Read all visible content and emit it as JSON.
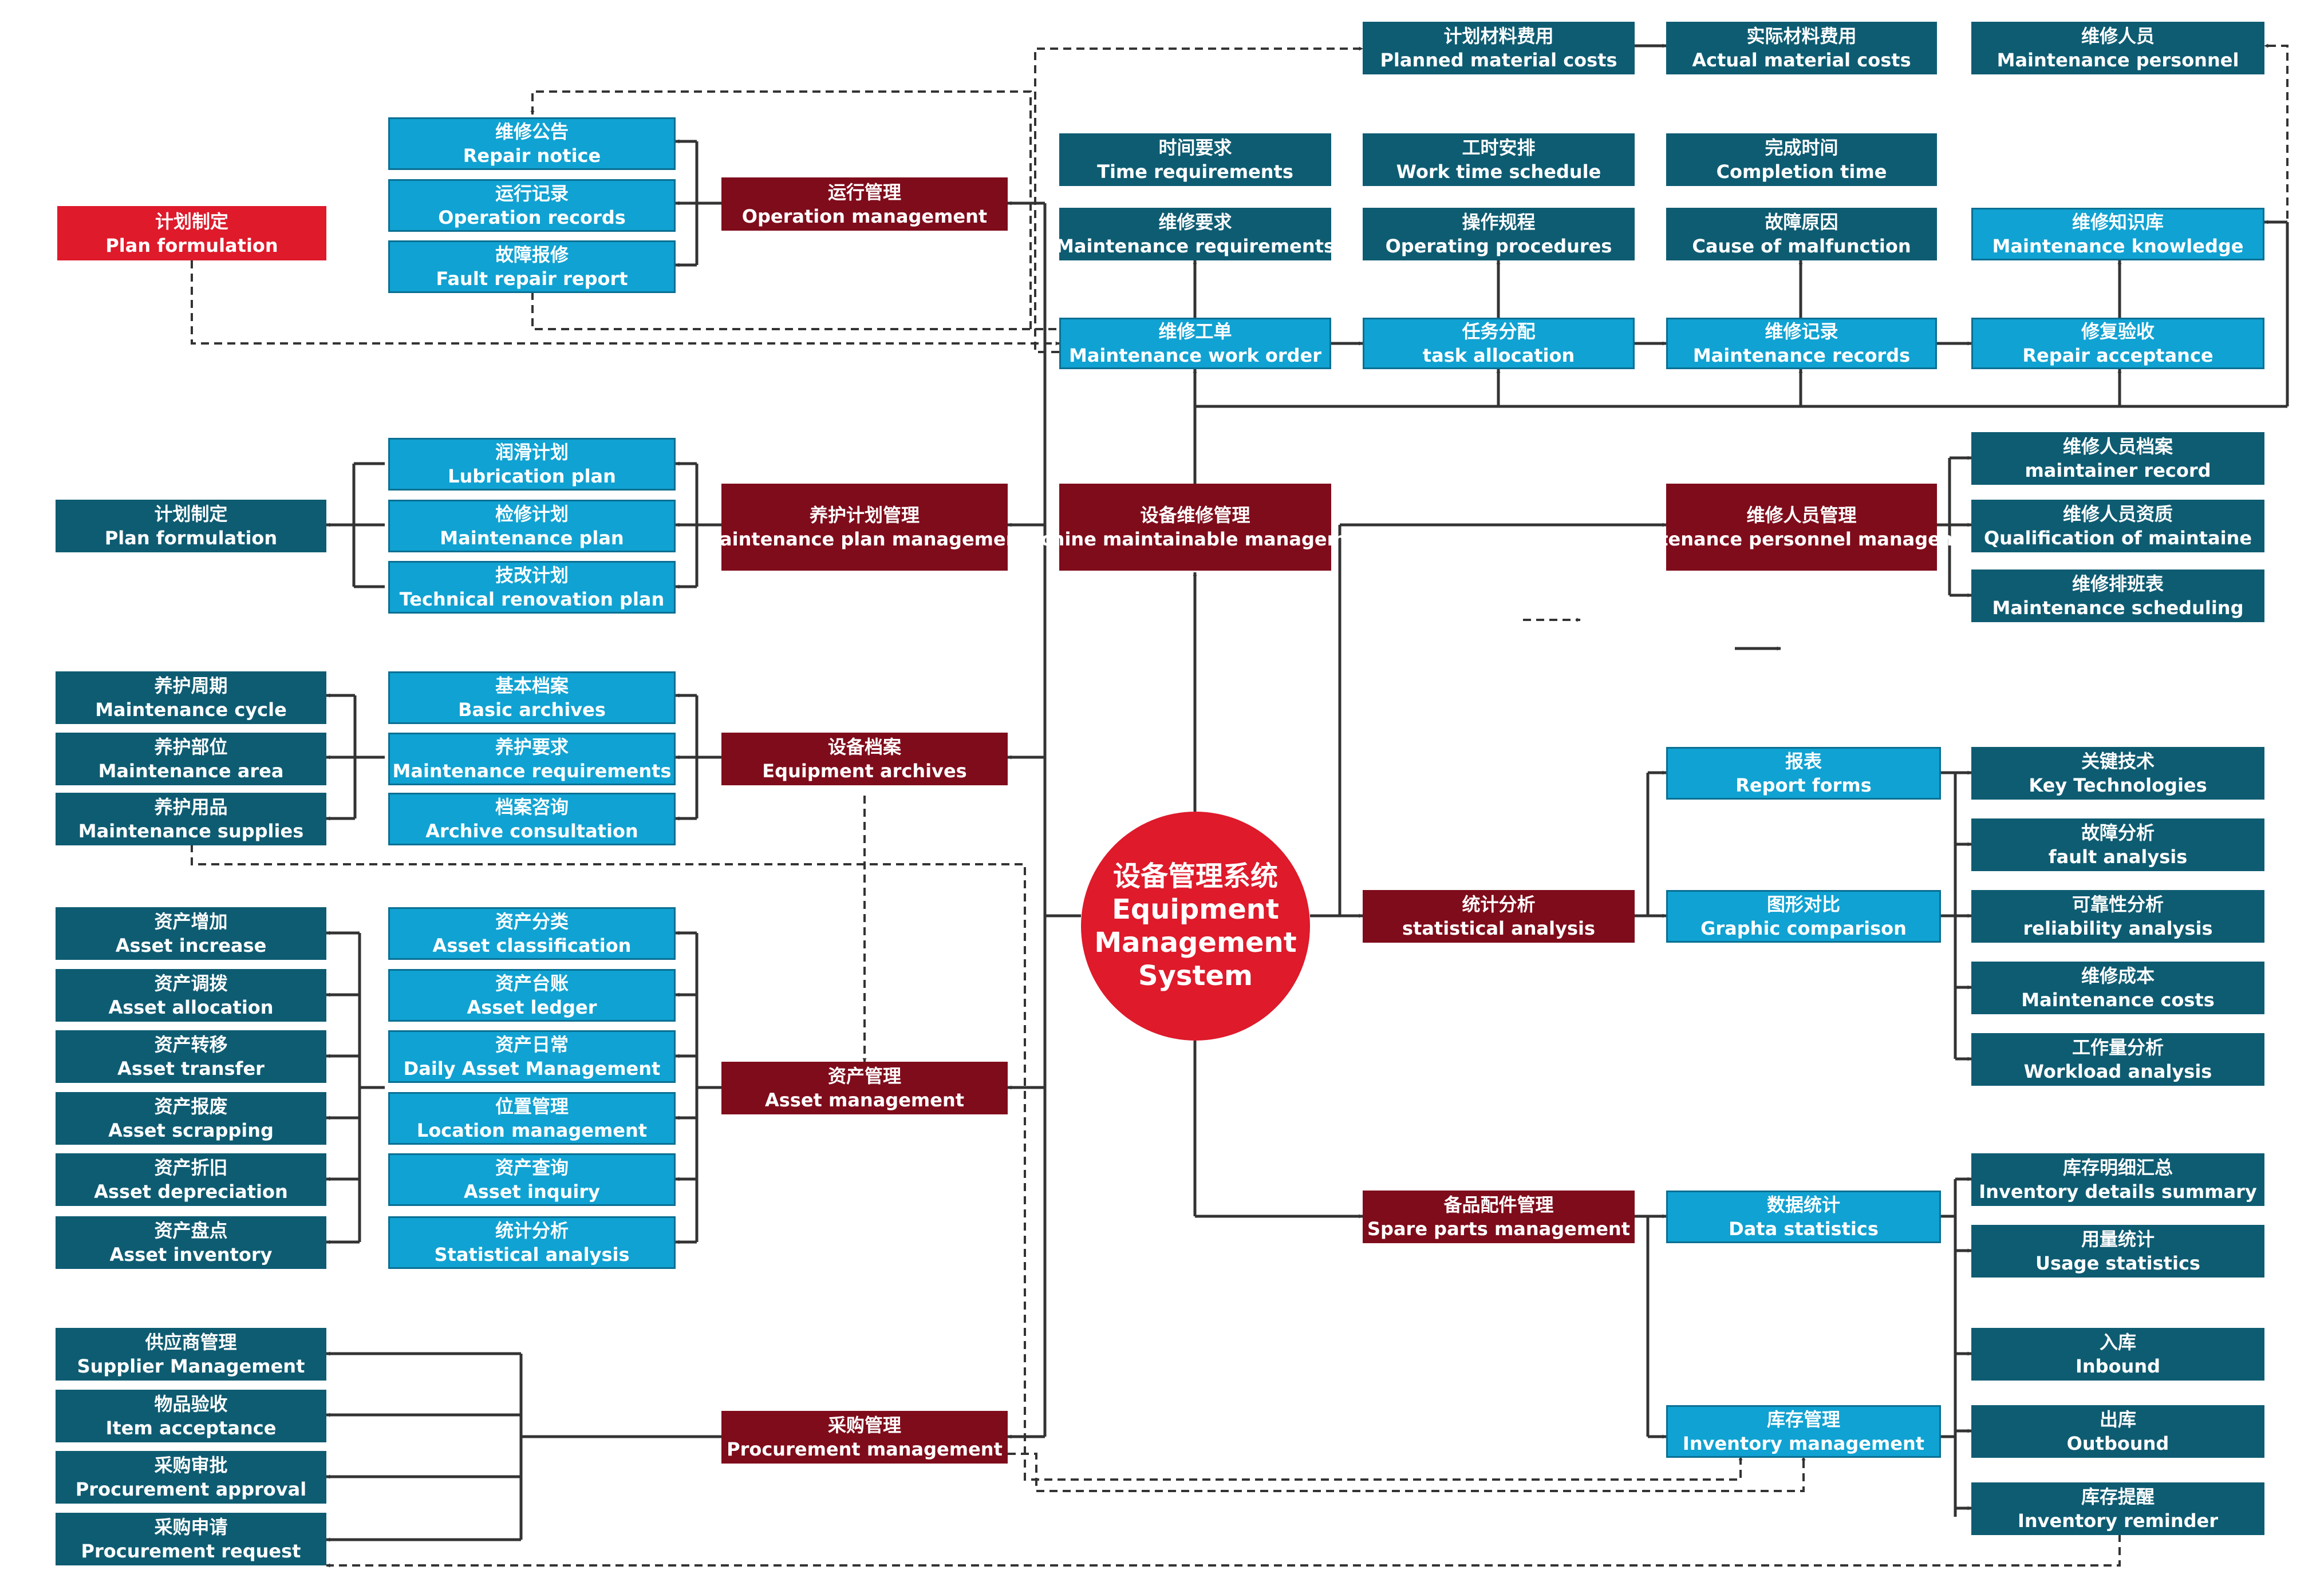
{
  "center": {
    "zh": "设备管理系统",
    "en_lines": [
      "Equipment",
      "Management",
      "System"
    ]
  },
  "modules": {
    "operation": {
      "zh": "运行管理",
      "en": "Operation management"
    },
    "maint_plan": {
      "zh": "养护计划管理",
      "en": "Maintenance plan management"
    },
    "archives": {
      "zh": "设备档案",
      "en": "Equipment archives"
    },
    "asset": {
      "zh": "资产管理",
      "en": "Asset management"
    },
    "procurement": {
      "zh": "采购管理",
      "en": "Procurement management"
    },
    "machine_maint": {
      "zh": "设备维修管理",
      "en": "Machine maintainable management"
    },
    "personnel_mgmt": {
      "zh": "维修人员管理",
      "en": "Maintenance personnel management"
    },
    "statistical": {
      "zh": "统计分析",
      "en": "statistical analysis"
    },
    "spare_parts": {
      "zh": "备品配件管理",
      "en": "Spare parts management"
    }
  },
  "plan_formulation_red": {
    "zh": "计划制定",
    "en": "Plan formulation"
  },
  "operation_items": [
    {
      "zh": "维修公告",
      "en": "Repair notice"
    },
    {
      "zh": "运行记录",
      "en": "Operation records"
    },
    {
      "zh": "故障报修",
      "en": "Fault repair report"
    }
  ],
  "plan_items": [
    {
      "zh": "润滑计划",
      "en": "Lubrication plan"
    },
    {
      "zh": "检修计划",
      "en": "Maintenance plan"
    },
    {
      "zh": "技改计划",
      "en": "Technical renovation plan"
    }
  ],
  "plan_formulation": {
    "zh": "计划制定",
    "en": "Plan formulation"
  },
  "archive_items": [
    {
      "zh": "基本档案",
      "en": "Basic archives"
    },
    {
      "zh": "养护要求",
      "en": "Maintenance requirements"
    },
    {
      "zh": "档案咨询",
      "en": "Archive consultation"
    }
  ],
  "archive_outer": [
    {
      "zh": "养护周期",
      "en": "Maintenance cycle"
    },
    {
      "zh": "养护部位",
      "en": "Maintenance area"
    },
    {
      "zh": "养护用品",
      "en": "Maintenance supplies"
    }
  ],
  "asset_inner": [
    {
      "zh": "资产分类",
      "en": "Asset classification"
    },
    {
      "zh": "资产台账",
      "en": "Asset ledger"
    },
    {
      "zh": "资产日常",
      "en": "Daily Asset Management"
    },
    {
      "zh": "位置管理",
      "en": "Location management"
    },
    {
      "zh": "资产查询",
      "en": "Asset inquiry"
    },
    {
      "zh": "统计分析",
      "en": "Statistical analysis"
    }
  ],
  "asset_outer": [
    {
      "zh": "资产增加",
      "en": "Asset increase"
    },
    {
      "zh": "资产调拨",
      "en": "Asset allocation"
    },
    {
      "zh": "资产转移",
      "en": "Asset transfer"
    },
    {
      "zh": "资产报废",
      "en": "Asset scrapping"
    },
    {
      "zh": "资产折旧",
      "en": "Asset depreciation"
    },
    {
      "zh": "资产盘点",
      "en": "Asset inventory"
    }
  ],
  "procurement_items": [
    {
      "zh": "供应商管理",
      "en": "Supplier Management"
    },
    {
      "zh": "物品验收",
      "en": "Item acceptance"
    },
    {
      "zh": "采购审批",
      "en": "Procurement approval"
    },
    {
      "zh": "采购申请",
      "en": "Procurement request"
    }
  ],
  "workflow": [
    {
      "zh": "维修工单",
      "en": "Maintenance work order"
    },
    {
      "zh": "任务分配",
      "en": "task allocation"
    },
    {
      "zh": "维修记录",
      "en": "Maintenance records"
    },
    {
      "zh": "修复验收",
      "en": "Repair acceptance"
    }
  ],
  "workflow_top": [
    {
      "zh": "维修要求",
      "en": "Maintenance requirements"
    },
    {
      "zh": "操作规程",
      "en": "Operating procedures"
    },
    {
      "zh": "故障原因",
      "en": "Cause of malfunction"
    },
    {
      "zh": "维修知识库",
      "en": "Maintenance knowledge"
    }
  ],
  "workflow_row2": [
    {
      "zh": "时间要求",
      "en": "Time requirements"
    },
    {
      "zh": "工时安排",
      "en": "Work time schedule"
    },
    {
      "zh": "完成时间",
      "en": "Completion time"
    }
  ],
  "top_row": [
    {
      "zh": "计划材料费用",
      "en": "Planned material costs"
    },
    {
      "zh": "实际材料费用",
      "en": "Actual material costs"
    },
    {
      "zh": "维修人员",
      "en": "Maintenance personnel"
    }
  ],
  "personnel_items": [
    {
      "zh": "维修人员档案",
      "en": "maintainer record"
    },
    {
      "zh": "维修人员资质",
      "en": "Qualification of maintaine"
    },
    {
      "zh": "维修排班表",
      "en": "Maintenance scheduling"
    }
  ],
  "stat_mid": [
    {
      "zh": "报表",
      "en": "Report forms"
    },
    {
      "zh": "图形对比",
      "en": "Graphic comparison"
    }
  ],
  "stat_items": [
    {
      "zh": "关键技术",
      "en": "Key Technologies"
    },
    {
      "zh": "故障分析",
      "en": "fault analysis"
    },
    {
      "zh": "可靠性分析",
      "en": "reliability analysis"
    },
    {
      "zh": "维修成本",
      "en": "Maintenance costs"
    },
    {
      "zh": "工作量分析",
      "en": "Workload analysis"
    }
  ],
  "spare_mid": [
    {
      "zh": "数据统计",
      "en": "Data statistics"
    },
    {
      "zh": "库存管理",
      "en": "Inventory management"
    }
  ],
  "spare_items": [
    {
      "zh": "库存明细汇总",
      "en": "Inventory details summary"
    },
    {
      "zh": "用量统计",
      "en": "Usage statistics"
    },
    {
      "zh": "入库",
      "en": "Inbound"
    },
    {
      "zh": "出库",
      "en": "Outbound"
    },
    {
      "zh": "库存提醒",
      "en": "Inventory reminder"
    }
  ],
  "colors": {
    "module": "#7f0c1b",
    "item_dark": "#0e5c72",
    "item_light": "#10a2d2",
    "core": "#de1a2b",
    "connector": "#333333"
  }
}
